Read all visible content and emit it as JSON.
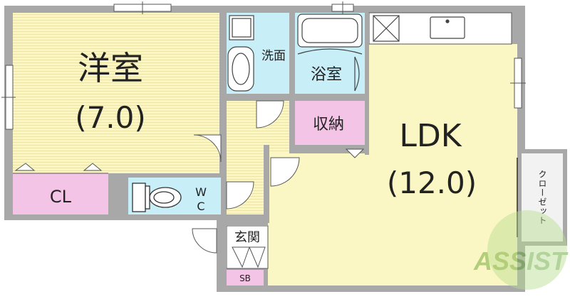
{
  "rooms": {
    "western": {
      "name": "洋室",
      "size": "(7.0)"
    },
    "ldk": {
      "name": "LDK",
      "size": "(12.0)"
    },
    "closet_cl": "CL",
    "washroom": "洗面",
    "bath": "浴室",
    "storage": "収納",
    "wc_w": "W",
    "wc_c": "C",
    "entrance": "玄関",
    "shoe_box": "SB",
    "closet_side": "クローゼット"
  },
  "watermark": "ASSIST",
  "colors": {
    "floor_yellow": "#fbf7c4",
    "wall_gray": "#a8a8a8",
    "closet_pink": "#f4c4e6",
    "wet_blue": "#c8eef8",
    "watermark_green": "#7cbd3c"
  },
  "icons": [
    "toilet-icon",
    "washbasin-icon",
    "bathtub-icon",
    "kitchen-sink-icon",
    "ventilation-fan-icon",
    "door-swing-icon",
    "window-icon"
  ]
}
